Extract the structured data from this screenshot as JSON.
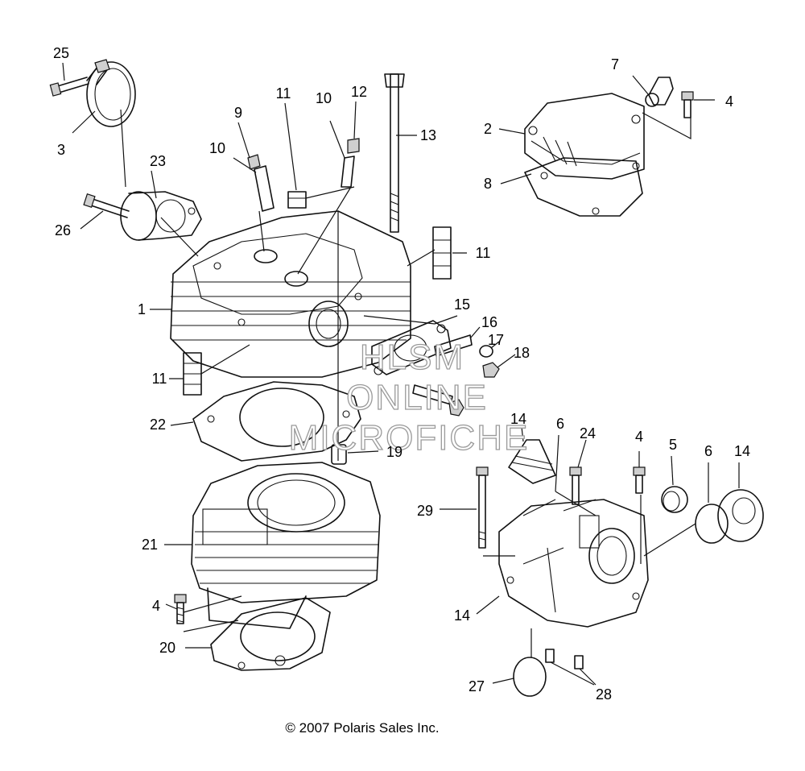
{
  "callouts": {
    "c1": "1",
    "c2": "2",
    "c3": "3",
    "c4a": "4",
    "c4b": "4",
    "c4c": "4",
    "c5": "5",
    "c6a": "6",
    "c6b": "6",
    "c7": "7",
    "c8": "8",
    "c9": "9",
    "c10a": "10",
    "c10b": "10",
    "c11a": "11",
    "c11b": "11",
    "c11c": "11",
    "c12": "12",
    "c13": "13",
    "c14a": "14",
    "c14b": "14",
    "c14c": "14",
    "c15": "15",
    "c16": "16",
    "c17": "17",
    "c18": "18",
    "c19": "19",
    "c20": "20",
    "c21": "21",
    "c22": "22",
    "c23": "23",
    "c24": "24",
    "c25": "25",
    "c26": "26",
    "c27": "27",
    "c28": "28",
    "c29": "29"
  },
  "watermark": {
    "line1": "HLSM",
    "line2": "ONLINE",
    "line3": "MICROFICHE"
  },
  "copyright": "© 2007 Polaris Sales Inc."
}
